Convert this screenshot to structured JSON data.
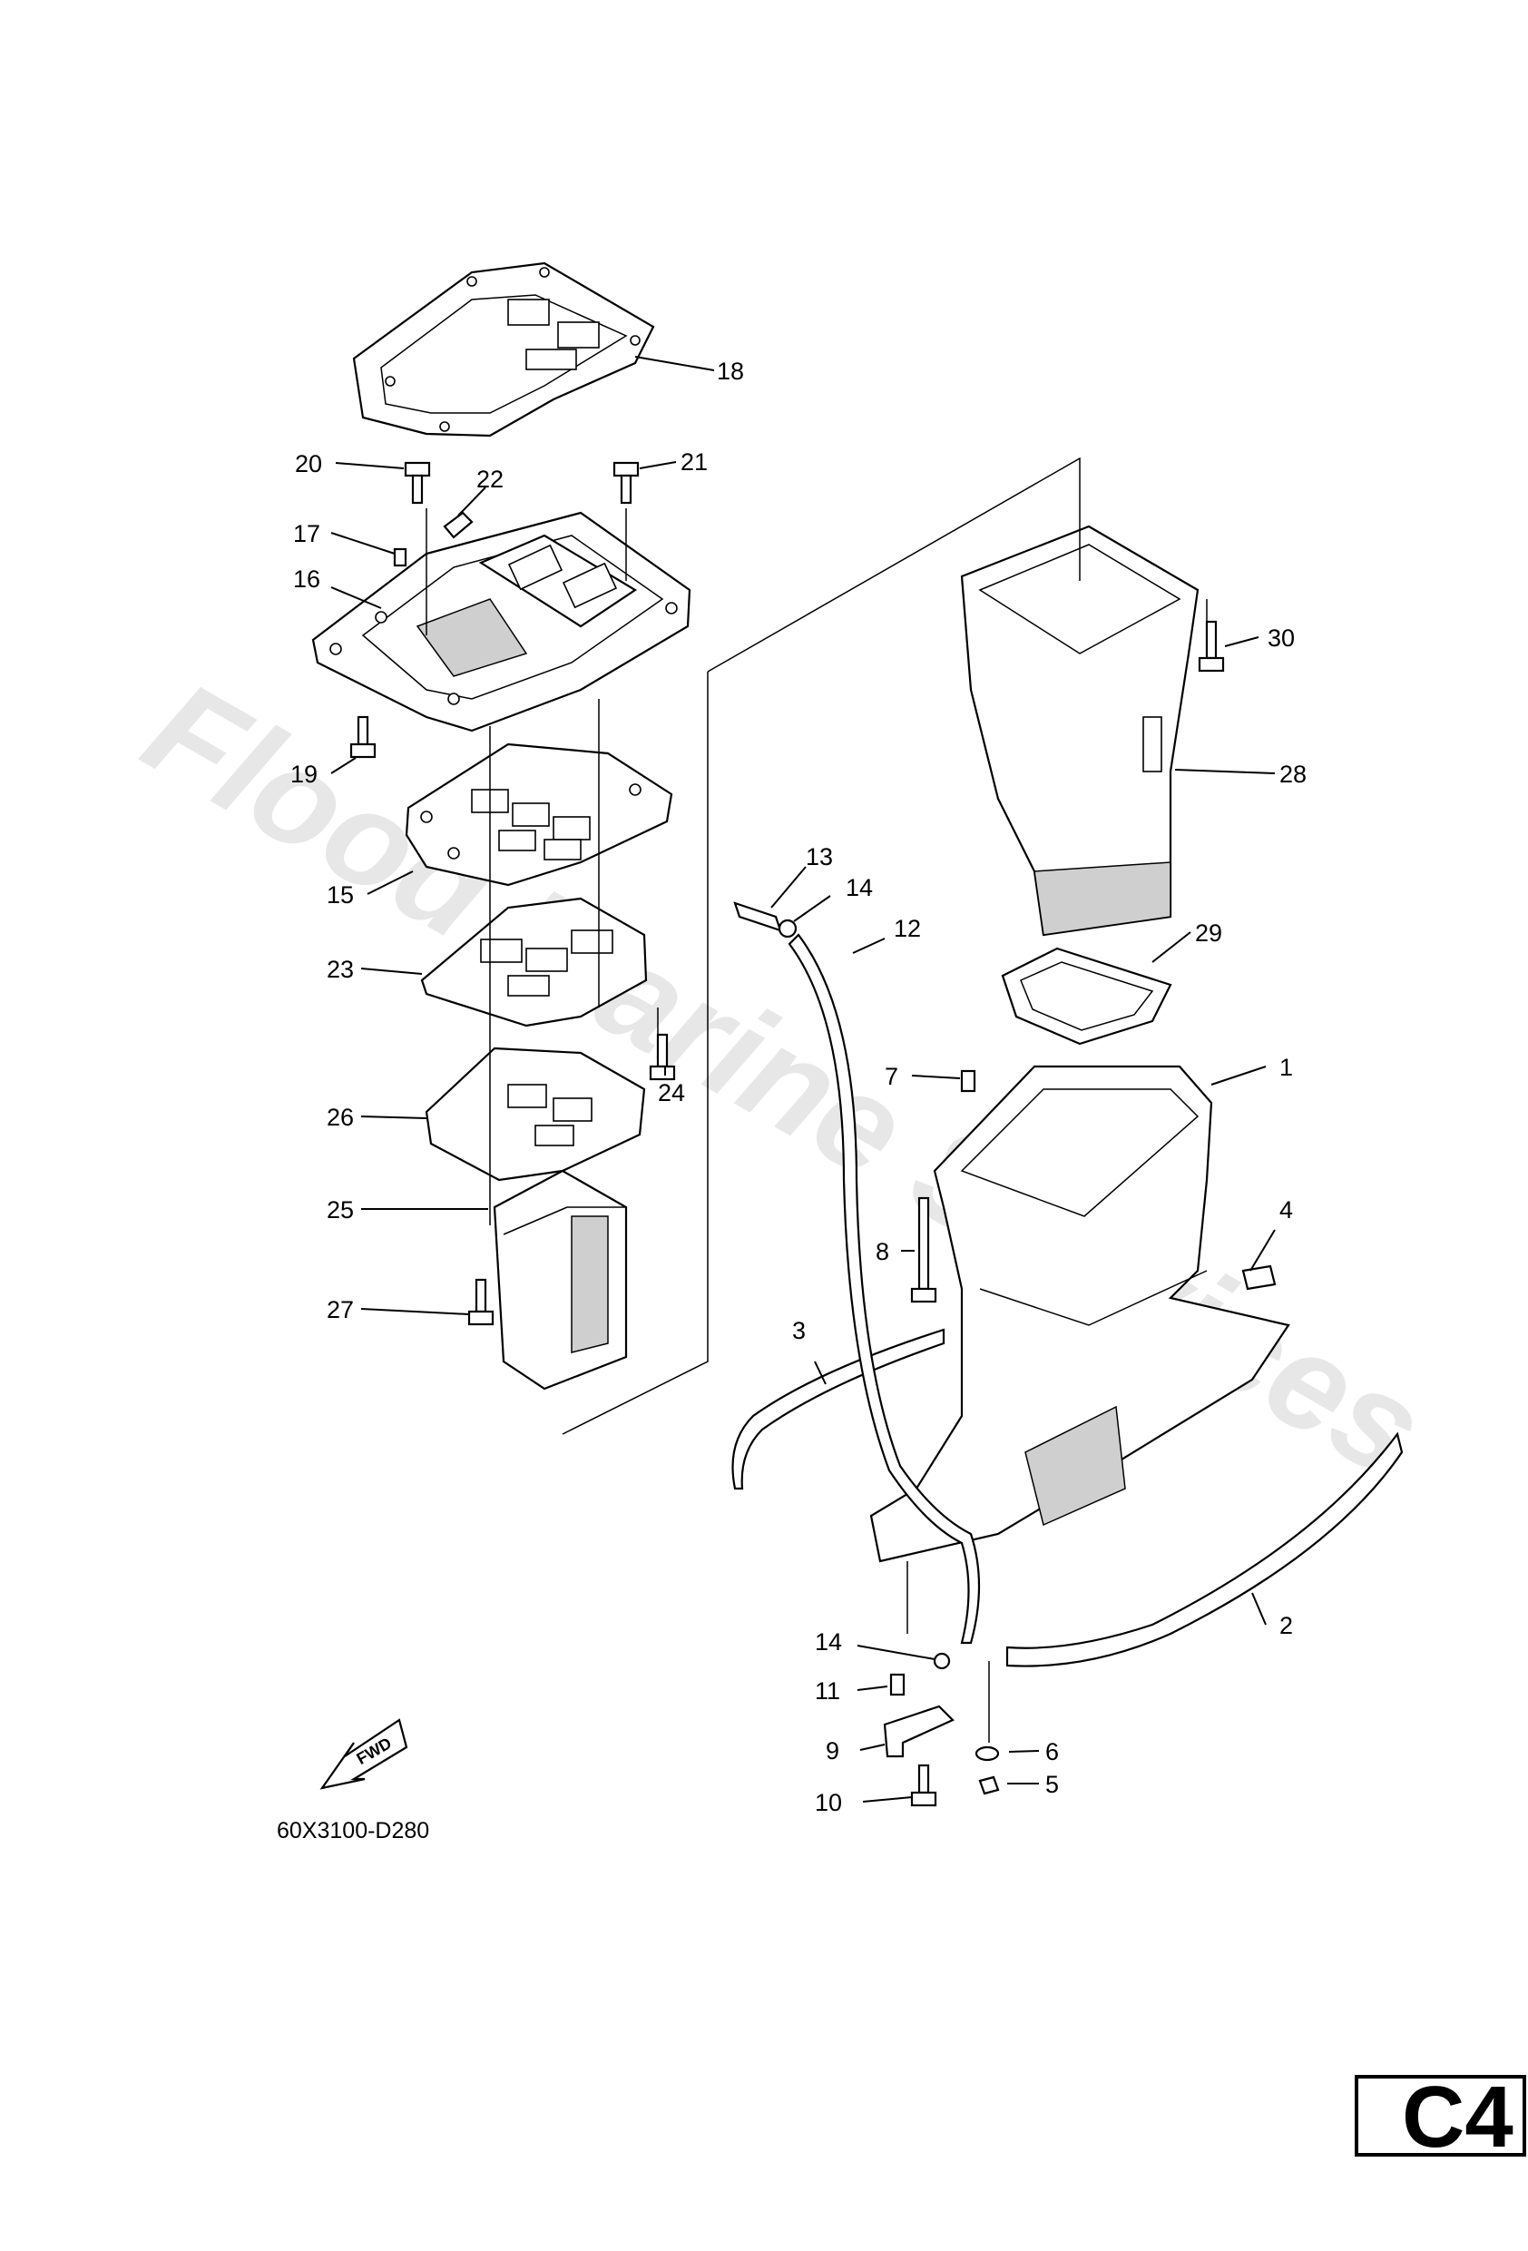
{
  "diagram_code": "60X3100-D280",
  "page_id": "C4",
  "watermark": "Flood Marine Services",
  "fwd_label": "FWD",
  "part_numbers": {
    "p1": "1",
    "p2": "2",
    "p3": "3",
    "p4": "4",
    "p5": "5",
    "p6": "6",
    "p7": "7",
    "p8": "8",
    "p9": "9",
    "p10": "10",
    "p11": "11",
    "p12": "12",
    "p13": "13",
    "p14a": "14",
    "p14b": "14",
    "p15": "15",
    "p16": "16",
    "p17": "17",
    "p18": "18",
    "p19": "19",
    "p20": "20",
    "p21": "21",
    "p22": "22",
    "p23": "23",
    "p24": "24",
    "p25": "25",
    "p26": "26",
    "p27": "27",
    "p28": "28",
    "p29": "29",
    "p30": "30"
  }
}
